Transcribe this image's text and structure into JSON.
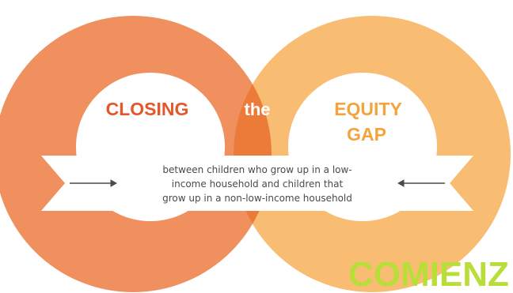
{
  "colors": {
    "left_ring": "#F0905F",
    "right_ring": "#F8BD72",
    "overlap": "#EC7B3A",
    "closing_text": "#E4572A",
    "equity_text": "#F3A43C",
    "the_text": "#FFFFFF",
    "banner_fill": "#FFFFFF",
    "banner_text": "#4A4A4A",
    "arrow": "#4A4A4A",
    "watermark": "#B9DE3A"
  },
  "headline": {
    "closing": "CLOSING",
    "the": "the",
    "equity_line1": "EQUITY",
    "equity_line2": "GAP"
  },
  "banner": {
    "lines": [
      "between children who grow up in a low-",
      "income household and children that",
      "grow up in a non-low-income household"
    ]
  },
  "watermark": {
    "text": "COMIENZ"
  },
  "icons": {
    "left_arrow": "arrow-right-icon",
    "right_arrow": "arrow-left-icon"
  }
}
